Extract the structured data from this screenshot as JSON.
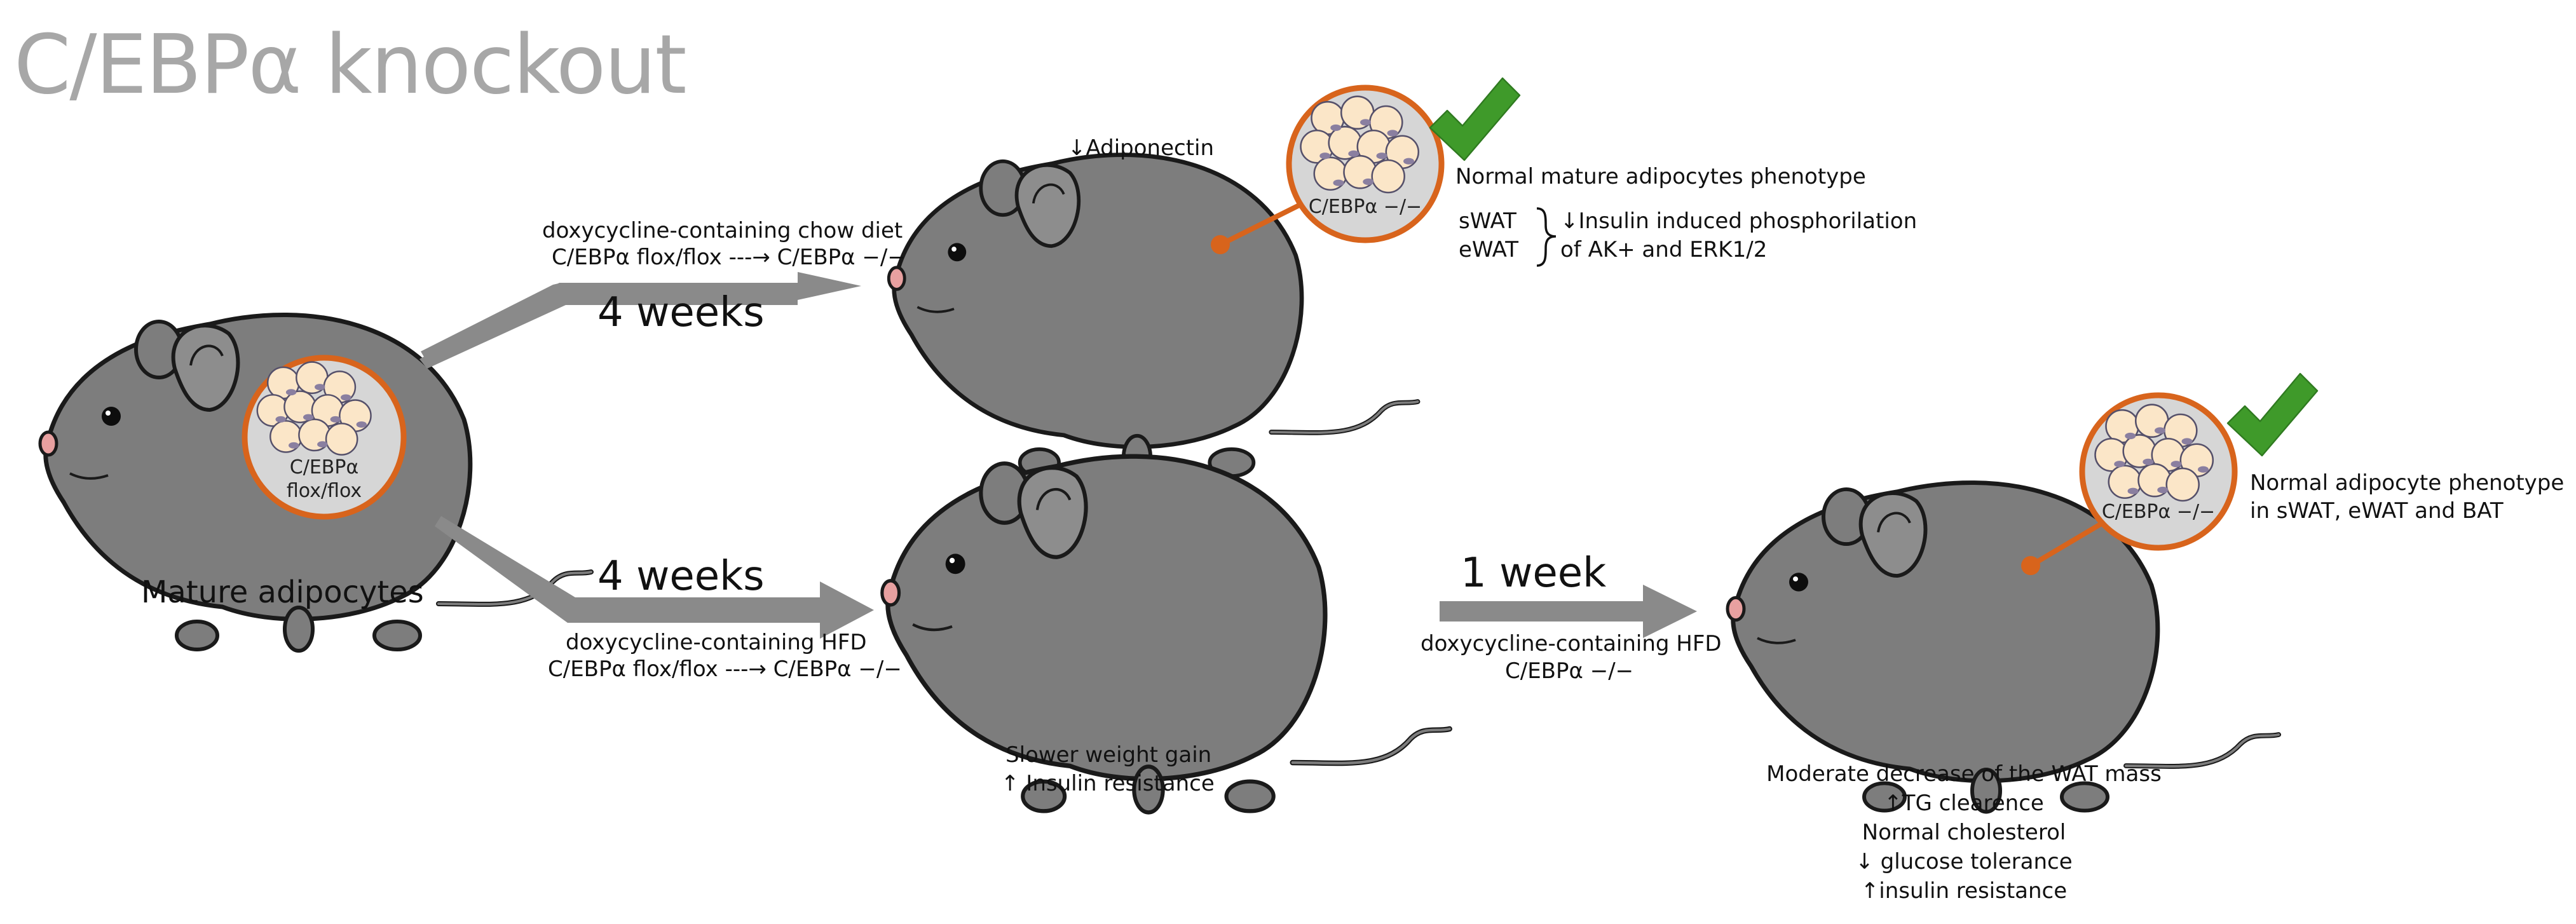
{
  "title": "C/EBPα knockout",
  "start": {
    "cell_label_line1": "C/EBPα",
    "cell_label_line2": "flox/flox",
    "caption": "Mature adipocytes"
  },
  "top_branch": {
    "diet_line1": "doxycycline-containing chow diet",
    "diet_line2": "C/EBPα flox/flox ---→ C/EBPα −/−",
    "duration": "4 weeks",
    "adiponectin": "↓Adiponectin",
    "cell_label": "C/EBPα −/−",
    "phenotype": "Normal mature adipocytes phenotype",
    "depot_1": "sWAT",
    "depot_2": "eWAT",
    "effect_line1": "↓Insulin induced phosphorilation",
    "effect_line2": "of AK+ and  ERK1/2"
  },
  "bottom_branch": {
    "duration_1": "4 weeks",
    "diet_1_line1": "doxycycline-containing HFD",
    "diet_1_line2": "C/EBPα flox/flox ---→ C/EBPα −/−",
    "outcome_line1": "Slower weight gain",
    "outcome_line2": "↑ Insulin resistance",
    "duration_2": "1 week",
    "diet_2_line1": "doxycycline-containing HFD",
    "diet_2_line2": "C/EBPα −/−",
    "cell_label": "C/EBPα −/−",
    "phenotype_line1": "Normal adipocyte  phenotype",
    "phenotype_line2": "in sWAT, eWAT and BAT",
    "final_outcomes": [
      "Moderate decrease of the WAT mass",
      "↑TG clearence",
      "Normal cholesterol",
      "↓ glucose tolerance",
      "↑insulin resistance"
    ]
  },
  "colors": {
    "mouse_body": "#7d7d7d",
    "mouse_outline": "#1a1a1a",
    "arrow": "#8a8a8a",
    "circle_border": "#d8641c",
    "circle_fill": "#d6d6d6",
    "adipocyte": "#fbe6c8",
    "check": "#3f9a2a",
    "title": "#a7a7a7"
  },
  "icons": [
    "mouse-icon",
    "adipocyte-cluster-icon",
    "checkmark-icon",
    "arrow-icon"
  ]
}
